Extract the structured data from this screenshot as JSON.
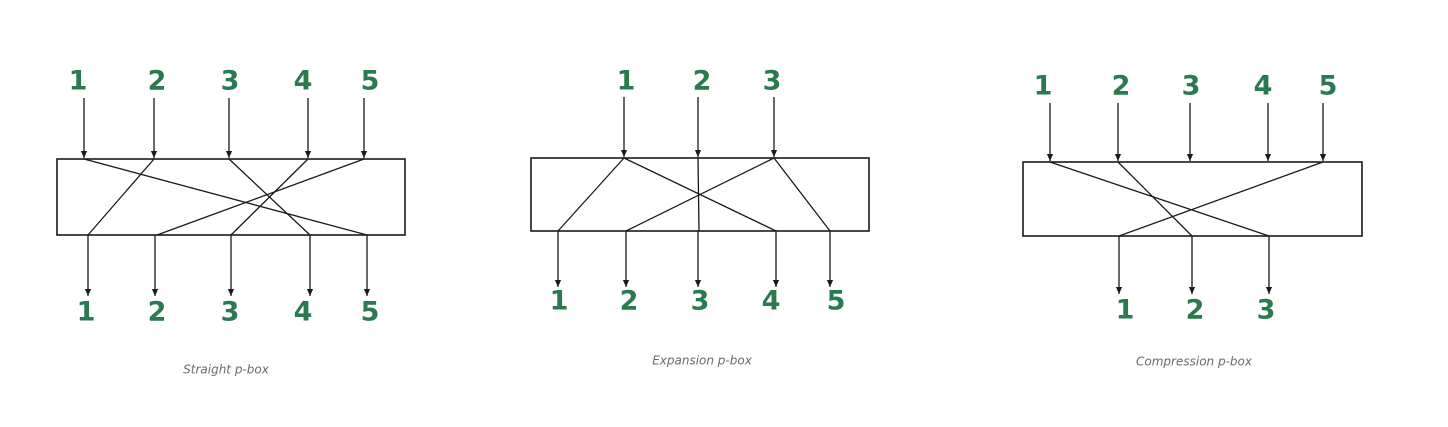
{
  "colors": {
    "label": "#2a7a50",
    "line": "#1a1a1a",
    "caption": "#6b6b6b"
  },
  "diagrams": [
    {
      "id": "straight",
      "caption": "Straight p-box",
      "inputs": [
        "1",
        "2",
        "3",
        "4",
        "5"
      ],
      "outputs": [
        "1",
        "2",
        "3",
        "4",
        "5"
      ],
      "mapping": [
        [
          1,
          5
        ],
        [
          2,
          1
        ],
        [
          3,
          4
        ],
        [
          4,
          3
        ],
        [
          5,
          2
        ]
      ]
    },
    {
      "id": "expansion",
      "caption": "Expansion p-box",
      "inputs": [
        "1",
        "2",
        "3"
      ],
      "outputs": [
        "1",
        "2",
        "3",
        "4",
        "5"
      ],
      "mapping": [
        [
          1,
          1
        ],
        [
          1,
          4
        ],
        [
          2,
          3
        ],
        [
          3,
          2
        ],
        [
          3,
          5
        ]
      ]
    },
    {
      "id": "compression",
      "caption": "Compression p-box",
      "inputs": [
        "1",
        "2",
        "3",
        "4",
        "5"
      ],
      "outputs": [
        "1",
        "2",
        "3"
      ],
      "mapping": [
        [
          1,
          3
        ],
        [
          2,
          2
        ],
        [
          5,
          1
        ]
      ]
    }
  ]
}
